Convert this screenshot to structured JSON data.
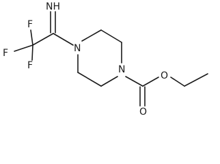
{
  "structure": {
    "atoms": {
      "imine_nh": "NH",
      "fluorine_top": "F",
      "fluorine_left": "F",
      "fluorine_bottom": "F",
      "piperazine_n4": "N",
      "piperazine_n1": "N",
      "ester_o_single": "O",
      "carbonyl_o": "O"
    }
  }
}
